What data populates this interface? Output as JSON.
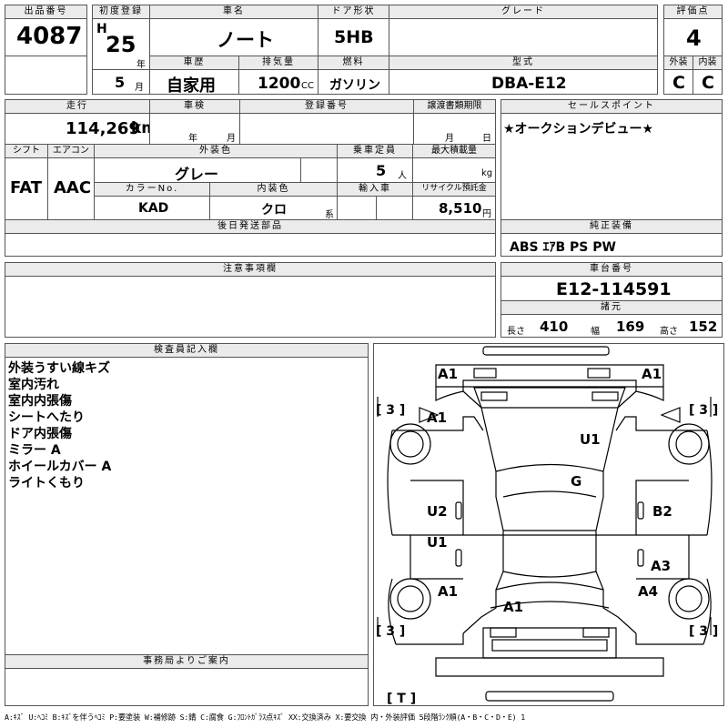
{
  "header": {
    "lot_label": "出品番号",
    "lot": "4087",
    "first_reg_label": "初度登録",
    "era": "H",
    "year_num": "25",
    "year_unit": "年",
    "month_num": "5",
    "month_unit": "月",
    "car_name_label": "車名",
    "car_name": "ノート",
    "door_label": "ドア形状",
    "door": "5HB",
    "grade_label": "グレード",
    "grade": "",
    "score_label": "評価点",
    "score": "4",
    "history_label": "車歴",
    "history": "自家用",
    "displacement_label": "排気量",
    "displacement": "1200",
    "displacement_unit": "CC",
    "fuel_label": "燃料",
    "fuel": "ガソリン",
    "model_label": "型式",
    "model": "DBA-E12",
    "ext_label": "外装",
    "ext_grade": "C",
    "int_label": "内装",
    "int_grade": "C"
  },
  "mid": {
    "mileage_label": "走行",
    "mileage": "114,269",
    "mileage_unit": "km",
    "inspection_label": "車検",
    "insp_year_unit": "年",
    "insp_month_unit": "月",
    "reg_no_label": "登録番号",
    "reg_no": "",
    "transfer_label": "譲渡書類期限",
    "transfer_month_unit": "月",
    "transfer_day_unit": "日",
    "shift_label": "シフト",
    "shift": "FAT",
    "ac_label": "エアコン",
    "ac": "AAC",
    "exterior_color_label": "外装色",
    "exterior_color": "グレー",
    "capacity_label": "乗車定員",
    "capacity": "5",
    "capacity_unit": "人",
    "max_load_label": "最大積載量",
    "max_load_unit": "kg",
    "color_no_label": "カラーNo.",
    "color_no": "KAD",
    "interior_color_label": "内装色",
    "interior_color": "クロ",
    "interior_color_unit": "系",
    "import_label": "輸入車",
    "recycle_label": "リサイクル預託金",
    "recycle": "8,510",
    "recycle_unit": "円",
    "later_parts_label": "後日発送部品",
    "notes_label": "注意事項欄"
  },
  "right": {
    "sales_point_label": "セールスポイント",
    "sales_point": "★オークションデビュー★",
    "equipment_label": "純正装備",
    "equipment": "ABS ｴｱB PS PW",
    "chassis_label": "車台番号",
    "chassis": "E12-114591",
    "spec_label": "諸元",
    "length_label": "長さ",
    "length": "410",
    "width_label": "幅",
    "width": "169",
    "height_label": "高さ",
    "height": "152"
  },
  "inspector": {
    "label": "検査員記入欄",
    "lines": [
      "外装うすい線キズ",
      "室内汚れ",
      "室内内張傷",
      "シートへたり",
      "ドア内張傷",
      "ミラー A",
      "ホイールカバー A",
      "ライトくもり"
    ]
  },
  "office": {
    "label": "事務局よりご案内"
  },
  "diagram": {
    "marks": [
      "A1",
      "A1",
      "A1",
      "U1",
      "G",
      "U2",
      "B2",
      "U1",
      "A3",
      "A1",
      "A4",
      "A1"
    ],
    "tire_marks": [
      "[ 3 ]",
      "[ 3 ]",
      "[ 3 ]",
      "[ 3 ]"
    ],
    "spare": "[ T ]"
  },
  "legend": "A:ｷｽﾞ U:ﾍｺﾐ B:ｷｽﾞを伴うﾍｺﾐ P:要塗装 W:補修跡 S:錆 C:腐食 G:ﾌﾛﾝﾄｶﾞﾗｽ点ｷｽﾞ XX:交換済み X:要交換 内・外装評価 5段階ﾗﾝｸ順(A・B・C・D・E) 1"
}
